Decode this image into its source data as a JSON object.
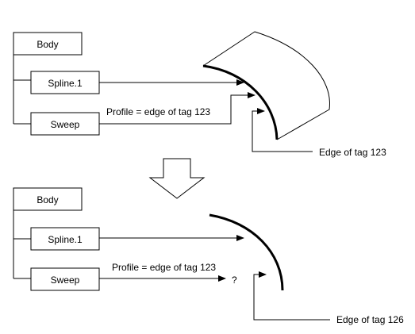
{
  "top": {
    "tree": {
      "body": "Body",
      "spline": "Spline.1",
      "sweep": "Sweep"
    },
    "profile_label": "Profile = edge of tag 123",
    "edge_label": "Edge of tag 123"
  },
  "bottom": {
    "tree": {
      "body": "Body",
      "spline": "Spline.1",
      "sweep": "Sweep"
    },
    "profile_label": "Profile = edge of tag 123",
    "unknown_marker": "?",
    "edge_label": "Edge of tag 126"
  }
}
